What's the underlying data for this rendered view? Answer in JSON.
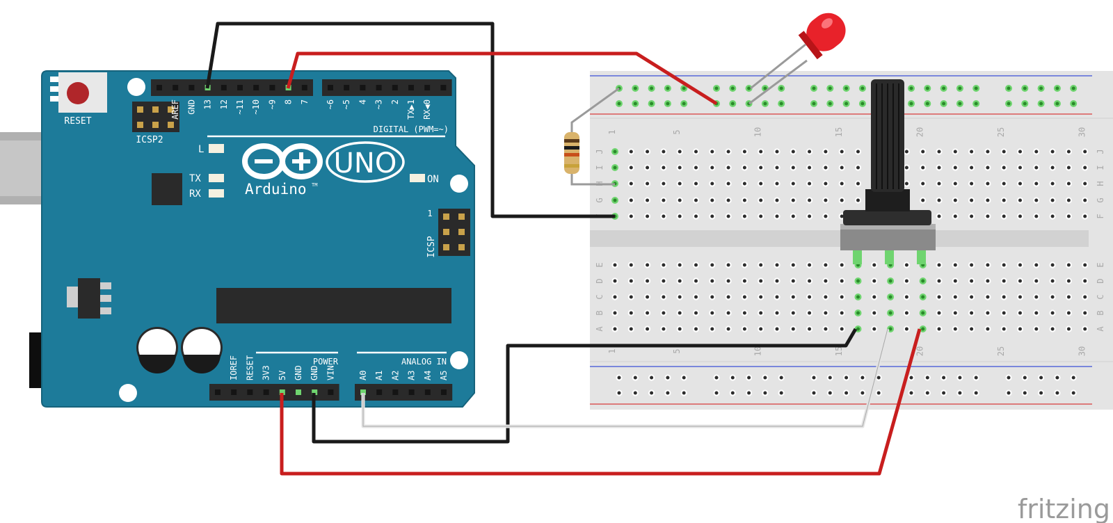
{
  "colors": {
    "board": "#1d7b9a",
    "board_edge": "#16637c",
    "breadboard": "#e4e4e4",
    "breadboard_mid": "#d0d0d0",
    "header": "#2a2a2a",
    "wire_red": "#c81e1e",
    "wire_black": "#1a1a1a",
    "wire_white": "#e8e8e8",
    "pin_green": "#6fd46f",
    "led_red": "#e8222a",
    "rail_blue": "#3b4fd8",
    "rail_red": "#d83b3b",
    "silk": "#ffffff",
    "watermark": "#9a9a9a"
  },
  "arduino": {
    "logo_word": "Arduino",
    "logo_tm": "TM",
    "model": "UNO",
    "reset_label": "RESET",
    "icsp2_label": "ICSP2",
    "icsp_label": "ICSP",
    "icsp_pin1": "1",
    "led_l": "L",
    "led_tx": "TX",
    "led_rx": "RX",
    "led_on": "ON",
    "digital_label": "DIGITAL (PWM=~)",
    "digital_pins": [
      "AREF",
      "GND",
      "13",
      "12",
      "~11",
      "~10",
      "~9",
      "8",
      "7",
      "~6",
      "~5",
      "4",
      "~3",
      "2",
      "TX▶1",
      "RX◀0"
    ],
    "power_label": "POWER",
    "power_pins": [
      "IOREF",
      "RESET",
      "3V3",
      "5V",
      "GND",
      "GND",
      "VIN"
    ],
    "analog_label": "ANALOG IN",
    "analog_pins": [
      "A0",
      "A1",
      "A2",
      "A3",
      "A4",
      "A5"
    ]
  },
  "breadboard": {
    "column_numbers": [
      "1",
      "5",
      "10",
      "15",
      "20",
      "25",
      "30"
    ],
    "rows_top": [
      "J",
      "I",
      "H",
      "G",
      "F"
    ],
    "rows_bottom": [
      "E",
      "D",
      "C",
      "B",
      "A"
    ]
  },
  "components": {
    "led": "red-led",
    "resistor": "resistor",
    "potentiometer": "potentiometer"
  },
  "watermark": "fritzing"
}
